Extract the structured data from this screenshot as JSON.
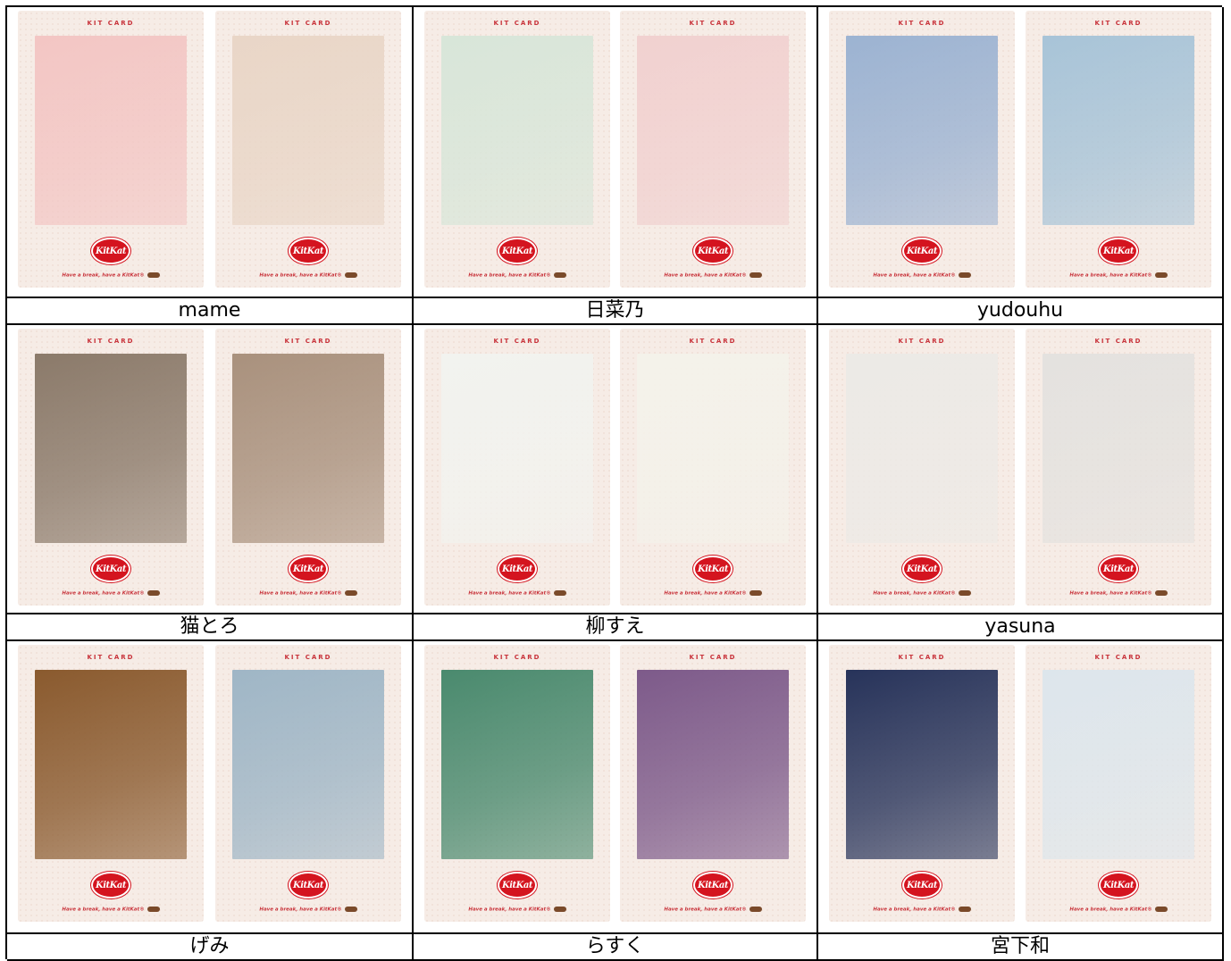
{
  "card_header": "KIT CARD",
  "logo_text": "KitKat",
  "tagline": "Have a break, have a KitKat®",
  "artists": [
    {
      "name": "mame",
      "art": [
        "#f3c6c4",
        "#e9d6c7"
      ]
    },
    {
      "name": "日菜乃",
      "art": [
        "#d8e6d9",
        "#f1d1d0"
      ]
    },
    {
      "name": "yudouhu",
      "art": [
        "#9cb3d2",
        "#a8c4d8"
      ]
    },
    {
      "name": "猫とろ",
      "art": [
        "#8b7a6a",
        "#a9917d"
      ]
    },
    {
      "name": "柳すえ",
      "art": [
        "#f2f3ef",
        "#f4f2ea"
      ]
    },
    {
      "name": "yasuna",
      "art": [
        "#eceae6",
        "#e4e2df"
      ]
    },
    {
      "name": "げみ",
      "art": [
        "#8a5a2e",
        "#9fb6c6"
      ]
    },
    {
      "name": "らすく",
      "art": [
        "#4a8a6e",
        "#7d5a8a"
      ]
    },
    {
      "name": "宮下和",
      "art": [
        "#27335a",
        "#dde6ec"
      ]
    }
  ]
}
